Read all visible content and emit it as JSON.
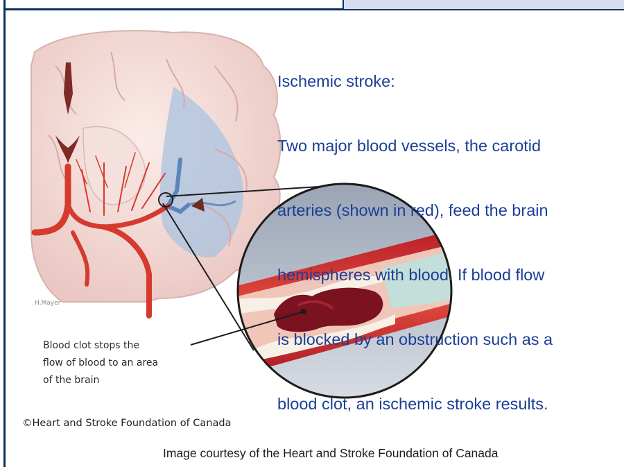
{
  "caption": {
    "title": "Ischemic stroke:",
    "lines": [
      "Two major blood vessels, the carotid",
      "arteries (shown in red), feed the brain",
      "hemispheres with blood.  If blood flow",
      "is blocked by an obstruction such as a",
      "blood clot, an ischemic stroke results."
    ]
  },
  "illustration": {
    "artist_signature": "H.Mayer",
    "clot_label_lines": [
      "Blood clot stops the",
      "flow of blood to an area",
      "of the brain"
    ],
    "copyright": "©Heart and Stroke Foundation of Canada"
  },
  "credit": "Image courtesy of the Heart and Stroke Foundation of Canada",
  "colors": {
    "caption_text": "#1b3f97",
    "frame": "#0b2f5c",
    "artery_red": "#d63a2e",
    "ischemic_blue": "#a9c3e0",
    "clot": "#7a1220",
    "brain": "#f3dcd8"
  }
}
